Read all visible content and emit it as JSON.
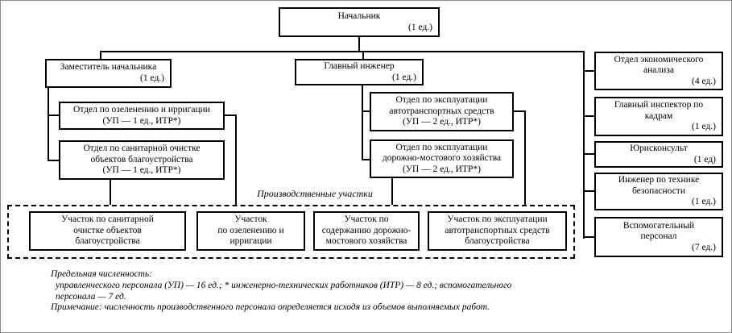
{
  "colors": {
    "line": "#000000",
    "background": "#ffffff"
  },
  "org": {
    "nachalnik": {
      "label": "Начальник",
      "count": "(1 ед.)"
    },
    "zamestitel": {
      "label": "Заместитель начальника",
      "count": "(1 ед.)"
    },
    "glavny": {
      "label": "Главный инженер",
      "count": "(1 ед.)"
    },
    "ozelenenie": {
      "label": "Отдел по озеленению и ирригации\n(УП — 1 ед., ИТР*)"
    },
    "sanitarnaya": {
      "label": "Отдел по санитарной очистке\nобъектов благоустройства\n(УП — 1 ед., ИТР*)"
    },
    "avtotransport": {
      "label": "Отдел по эксплуатации\nавтотранспортных средств\n(УП — 2 ед., ИТР*)"
    },
    "dorozhno": {
      "label": "Отдел по эксплуатации\nдорожно-мостового хозяйства\n(УП — 2 ед., ИТР*)"
    },
    "econ": {
      "label": "Отдел экономического\nанализа",
      "count": "(4 ед.)"
    },
    "inspektor": {
      "label": "Главный инспектор по\nкадрам",
      "count": "(1 ед.)"
    },
    "yurist": {
      "label": "Юрисконсульт",
      "count": "(1 ед)"
    },
    "inzhener": {
      "label": "Инженер по технике\nбезопасности",
      "count": "(1 ед.)"
    },
    "vspomog": {
      "label": "Вспомогательный\nперсонал",
      "count": "(7 ед.)"
    }
  },
  "production": {
    "section_label": "Производственные участки",
    "uchastok1": {
      "label": "Участок по санитарной\nочистке объектов\nблагоустройства"
    },
    "uchastok2": {
      "label": "Участок\nпо озеленению и\nирригации"
    },
    "uchastok3": {
      "label": "Участок по\nсодержанию дорожно-\nмостового хозяйства"
    },
    "uchastok4": {
      "label": "Участок по эксплуатации\nавтотранспортных средств\nблагоустройства"
    }
  },
  "footer": {
    "lines": [
      "Предельная численность:",
      "управленческого персонала (УП) — 16 ед.; * инженерно-технических работников (ИТР) — 8 ед.; вспомогательного",
      "персонала — 7 ед.",
      "Примечание: численность производственного персонала определяется исходя из объемов выполняемых работ."
    ]
  }
}
